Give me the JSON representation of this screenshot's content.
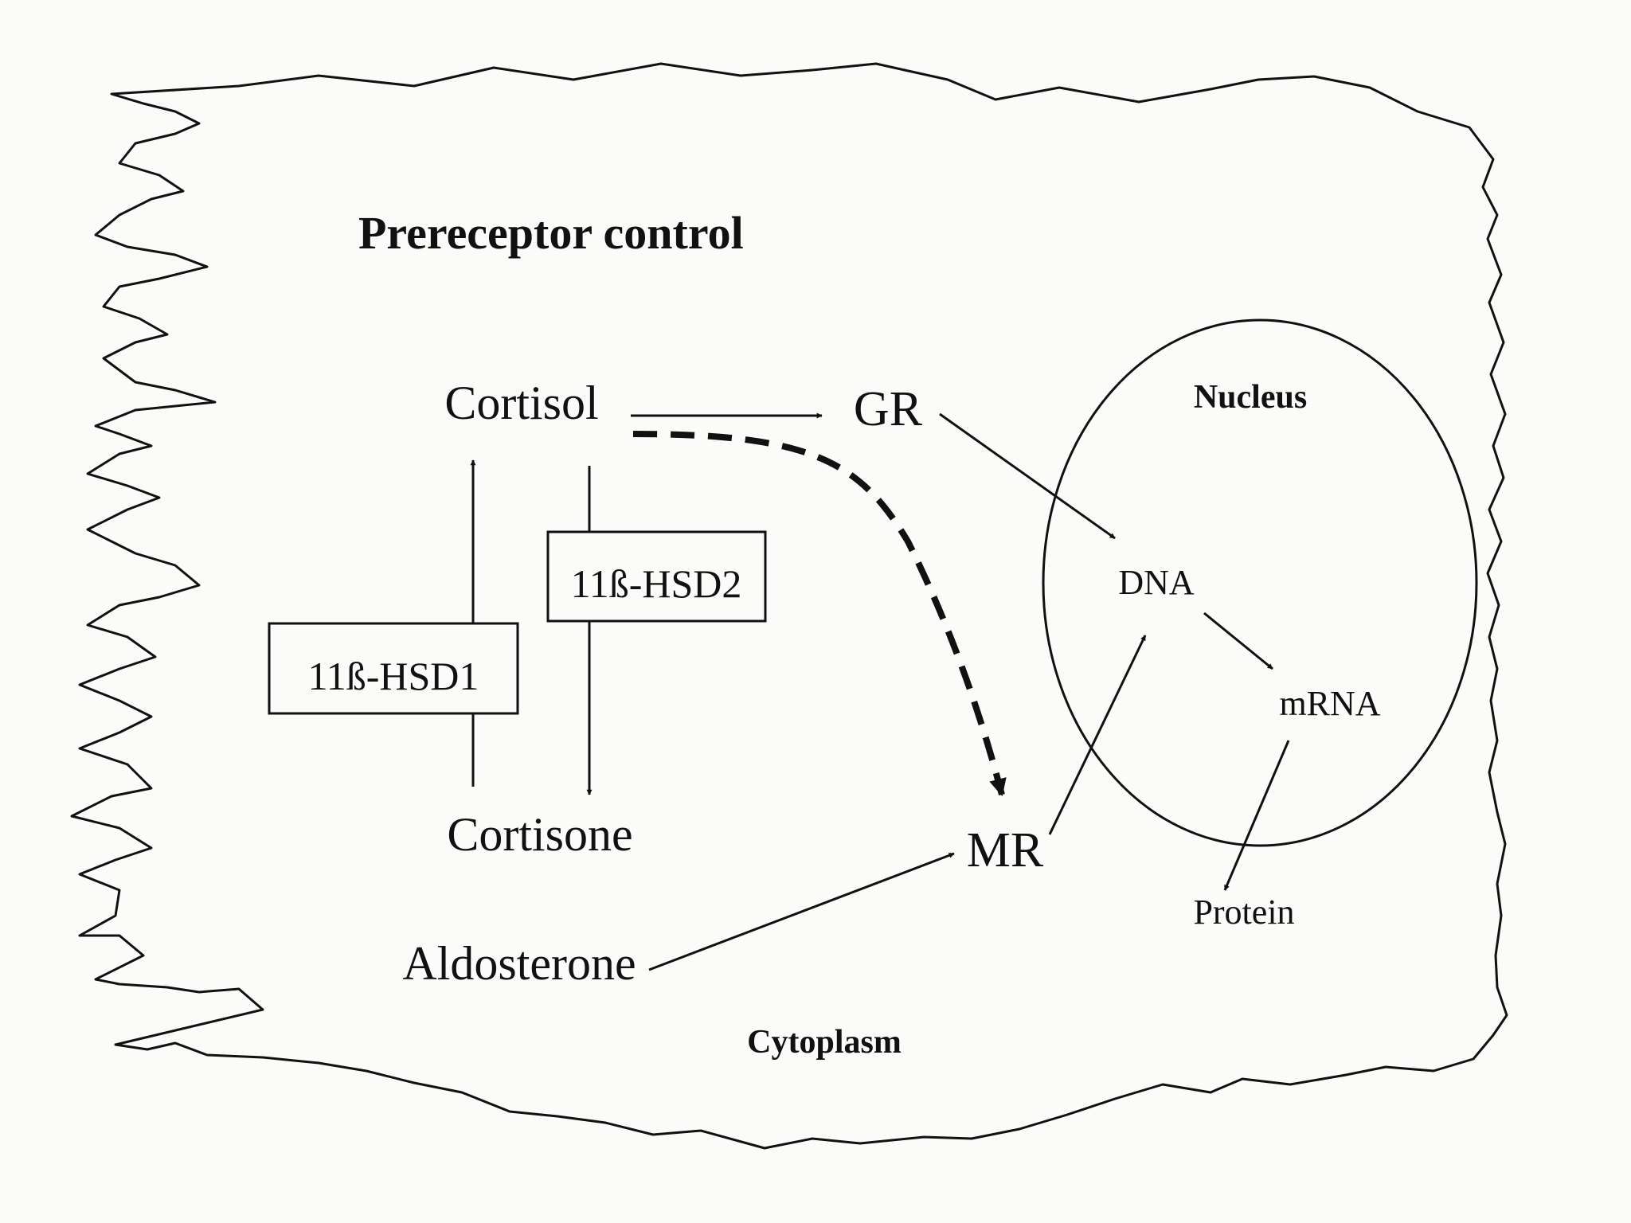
{
  "diagram": {
    "title": "Prereceptor control",
    "compartments": {
      "nucleus": "Nucleus",
      "cytoplasm": "Cytoplasm"
    },
    "nodes": {
      "cortisol": "Cortisol",
      "cortisone": "Cortisone",
      "aldosterone": "Aldosterone",
      "gr": "GR",
      "mr": "MR",
      "dna": "DNA",
      "mrna": "mRNA",
      "protein": "Protein"
    },
    "enzymes": {
      "hsd1": "11ß-HSD1",
      "hsd2": "11ß-HSD2"
    },
    "edges": [
      {
        "from": "cortisone",
        "to": "cortisol",
        "via": "11ß-HSD1",
        "style": "solid"
      },
      {
        "from": "cortisol",
        "to": "cortisone",
        "via": "11ß-HSD2",
        "style": "solid"
      },
      {
        "from": "cortisol",
        "to": "GR",
        "style": "solid"
      },
      {
        "from": "cortisol",
        "to": "MR",
        "style": "dashed"
      },
      {
        "from": "aldosterone",
        "to": "MR",
        "style": "solid"
      },
      {
        "from": "GR",
        "to": "DNA",
        "style": "solid"
      },
      {
        "from": "MR",
        "to": "DNA",
        "style": "solid"
      },
      {
        "from": "DNA",
        "to": "mRNA",
        "style": "solid"
      },
      {
        "from": "mRNA",
        "to": "protein",
        "style": "solid"
      }
    ],
    "colors": {
      "ink": "#111111",
      "background": "#fbfbfa"
    }
  }
}
